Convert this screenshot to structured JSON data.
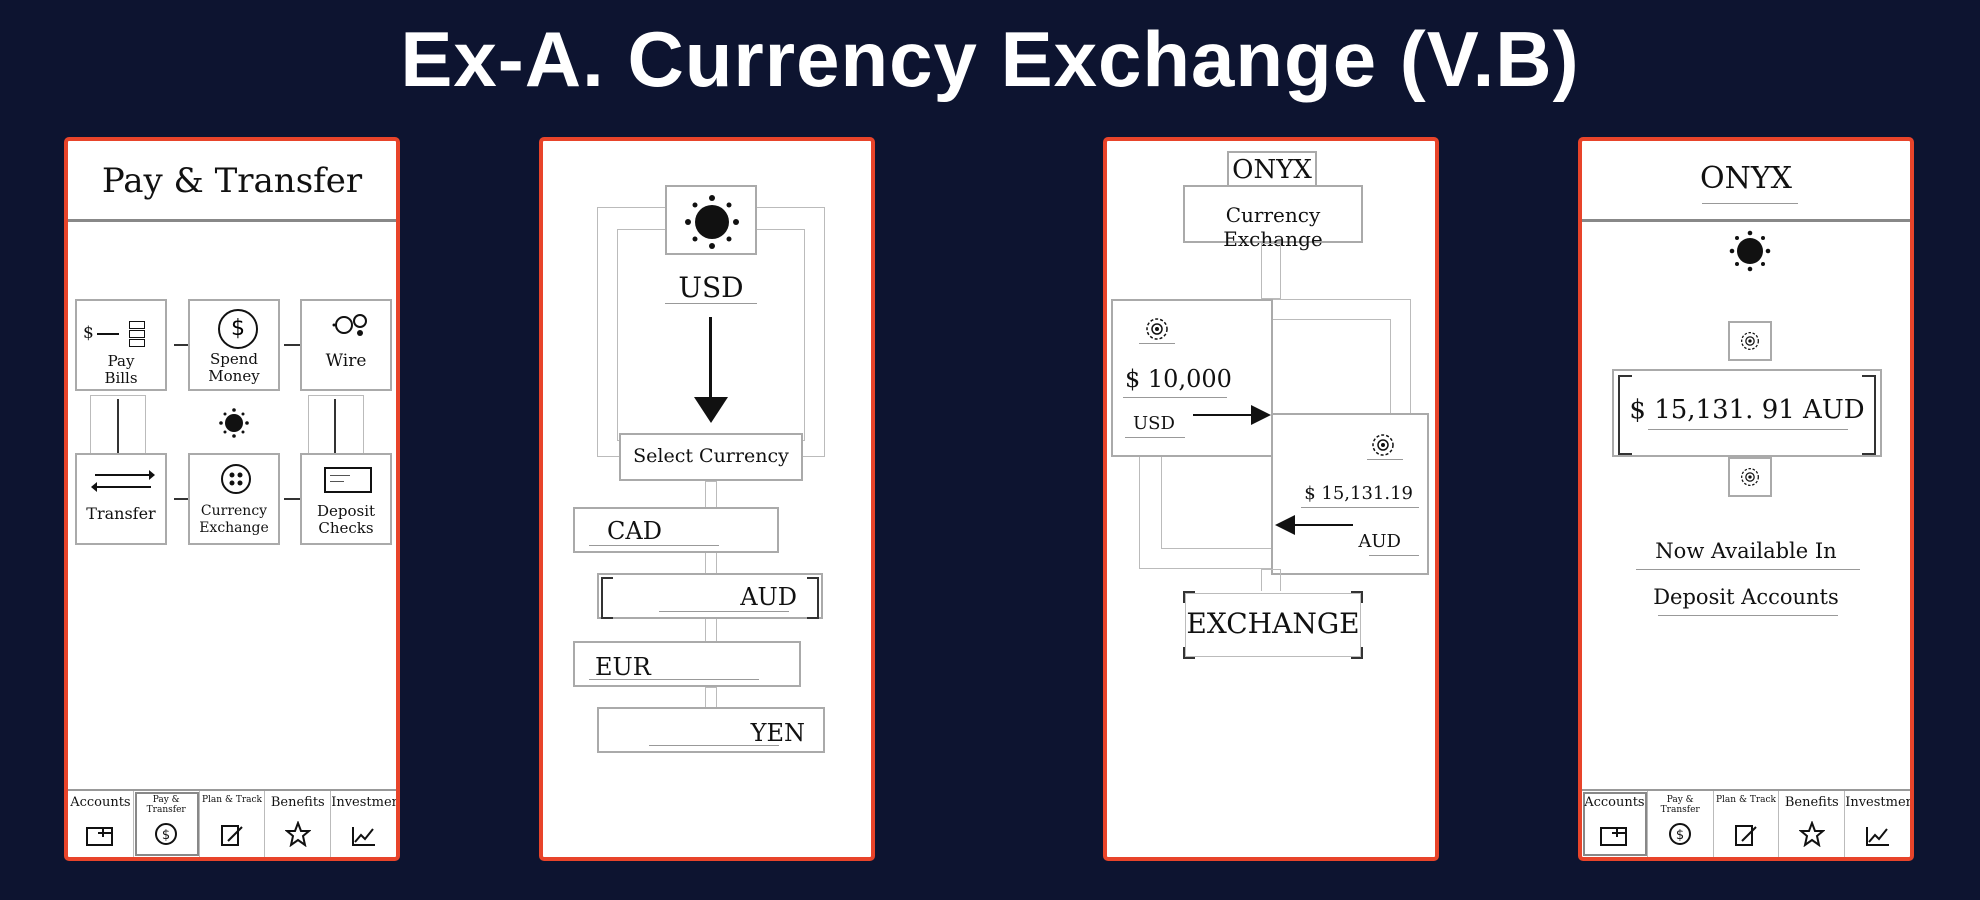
{
  "page_title": "Ex-A. Currency Exchange (V.B)",
  "screen1": {
    "header": "Pay & Transfer",
    "tiles": {
      "pay_bills": "Pay\nBills",
      "spend_money": "Spend\nMoney",
      "wire": "Wire",
      "transfer": "Transfer",
      "currency_exchange": "Currency\nExchange",
      "deposit_checks": "Deposit\nChecks"
    },
    "pay_dollar": "$"
  },
  "screen2": {
    "from_currency": "USD",
    "select_button": "Select Currency",
    "options": [
      "CAD",
      "AUD",
      "EUR",
      "YEN"
    ]
  },
  "screen3": {
    "brand": "ONYX",
    "subtitle": "Currency Exchange",
    "from_amount": "$ 10,000",
    "from_currency": "USD",
    "to_amount": "$ 15,131.19",
    "to_currency": "AUD",
    "exchange_button": "EXCHANGE"
  },
  "screen4": {
    "brand": "ONYX",
    "amount": "$ 15,131. 91 AUD",
    "note_line1": "Now Available In",
    "note_line2": "Deposit Accounts"
  },
  "tabbar": {
    "accounts": "Accounts",
    "pay_transfer": "Pay & Transfer",
    "plan_track": "Plan & Track",
    "benefits": "Benefits",
    "investments": "Investments"
  }
}
